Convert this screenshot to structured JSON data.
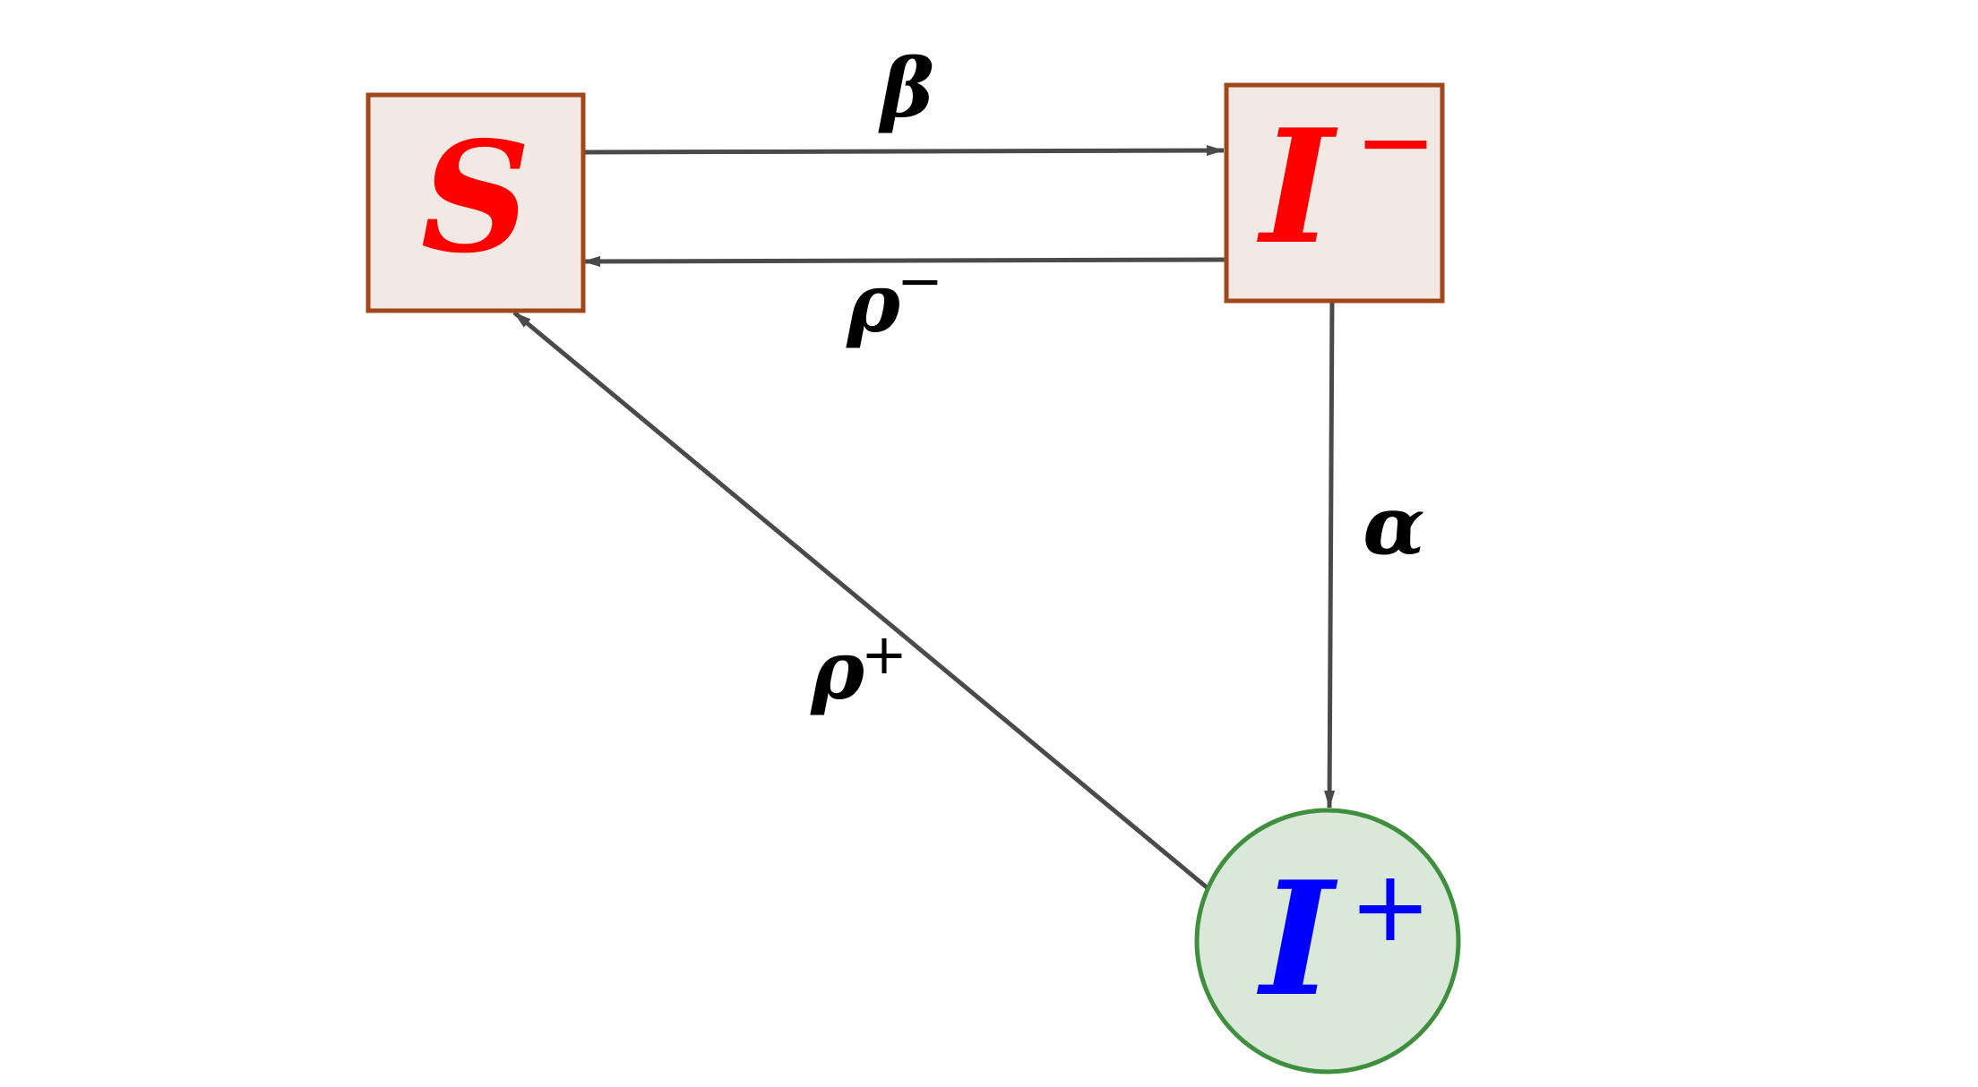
{
  "diagram": {
    "nodes": {
      "s": {
        "symbol": "S",
        "superscript": "",
        "shape": "square",
        "text_color": "#ff0000",
        "fill": "#f3e9e4",
        "stroke": "#a0481c"
      },
      "i_minus": {
        "symbol": "I",
        "superscript": "−",
        "shape": "square",
        "text_color": "#ff0000",
        "fill": "#f3e9e4",
        "stroke": "#a0481c"
      },
      "i_plus": {
        "symbol": "I",
        "superscript": "+",
        "shape": "circle",
        "text_color": "#0000ff",
        "fill": "#d9e8d8",
        "stroke": "#3f8f3f"
      }
    },
    "edges": {
      "s_to_i_minus": {
        "from": "S",
        "to": "I−",
        "symbol": "β",
        "superscript": ""
      },
      "i_minus_to_s": {
        "from": "I−",
        "to": "S",
        "symbol": "ρ",
        "superscript": "−"
      },
      "i_minus_to_i_plus": {
        "from": "I−",
        "to": "I+",
        "symbol": "α",
        "superscript": ""
      },
      "i_plus_to_s": {
        "from": "I+",
        "to": "S",
        "symbol": "ρ",
        "superscript": "+"
      }
    },
    "arrow_color": "#4a4a4a"
  }
}
